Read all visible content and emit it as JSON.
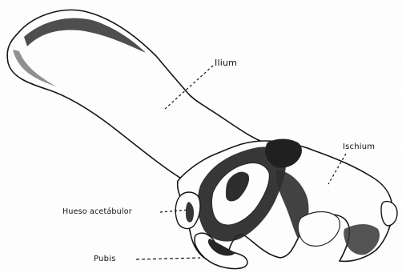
{
  "figure": {
    "labels": {
      "ilium": "Ilium",
      "ischium": "Ischium",
      "acetabulum": "Hueso acetábulor",
      "pubis": "Pubis"
    },
    "colors": {
      "ink": "#111111",
      "shade": "#3a3a3a",
      "bone": "#ffffff"
    }
  }
}
